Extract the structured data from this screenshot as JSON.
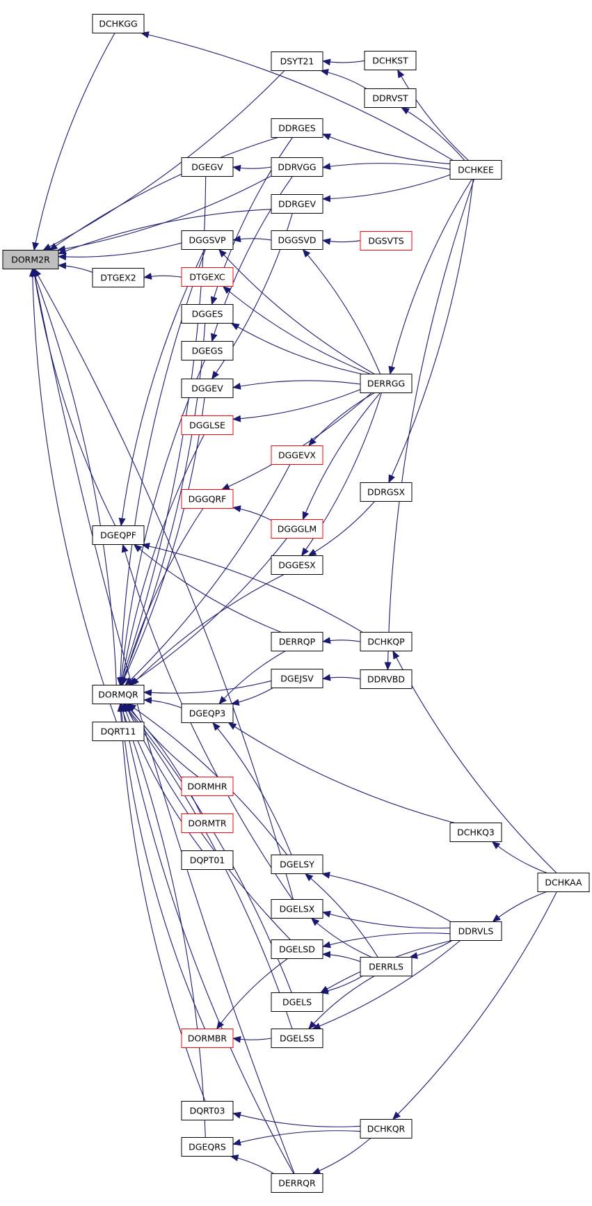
{
  "colors": {
    "edge": "#191970",
    "border_default": "#000000",
    "border_highlight": "#ff0000",
    "root_fill": "#bfbfbf",
    "node_fill": "#ffffff"
  },
  "nodes": [
    {
      "id": "DORM2R",
      "label": "DORM2R",
      "style": "root"
    },
    {
      "id": "DCHKGG",
      "label": "DCHKGG",
      "style": "default"
    },
    {
      "id": "DSYT21",
      "label": "DSYT21",
      "style": "default"
    },
    {
      "id": "DCHKST",
      "label": "DCHKST",
      "style": "default"
    },
    {
      "id": "DDRVST",
      "label": "DDRVST",
      "style": "default"
    },
    {
      "id": "DDRGES",
      "label": "DDRGES",
      "style": "default"
    },
    {
      "id": "DGEGV",
      "label": "DGEGV",
      "style": "default"
    },
    {
      "id": "DDRVGG",
      "label": "DDRVGG",
      "style": "default"
    },
    {
      "id": "DCHKEE",
      "label": "DCHKEE",
      "style": "default"
    },
    {
      "id": "DDRGEV",
      "label": "DDRGEV",
      "style": "default"
    },
    {
      "id": "DGGSVP",
      "label": "DGGSVP",
      "style": "default"
    },
    {
      "id": "DGGSVD",
      "label": "DGGSVD",
      "style": "default"
    },
    {
      "id": "DGSVTS",
      "label": "DGSVTS",
      "style": "highlight"
    },
    {
      "id": "DTGEX2",
      "label": "DTGEX2",
      "style": "default"
    },
    {
      "id": "DTGEXC",
      "label": "DTGEXC",
      "style": "highlight"
    },
    {
      "id": "DGGES",
      "label": "DGGES",
      "style": "default"
    },
    {
      "id": "DGEGS",
      "label": "DGEGS",
      "style": "default"
    },
    {
      "id": "DGGEV",
      "label": "DGGEV",
      "style": "default"
    },
    {
      "id": "DERRGG",
      "label": "DERRGG",
      "style": "default"
    },
    {
      "id": "DGGLSE",
      "label": "DGGLSE",
      "style": "highlight"
    },
    {
      "id": "DGGEVX",
      "label": "DGGEVX",
      "style": "highlight"
    },
    {
      "id": "DGGQRF",
      "label": "DGGQRF",
      "style": "highlight"
    },
    {
      "id": "DDRGSX",
      "label": "DDRGSX",
      "style": "default"
    },
    {
      "id": "DGEQPF",
      "label": "DGEQPF",
      "style": "default"
    },
    {
      "id": "DGGGLM",
      "label": "DGGGLM",
      "style": "highlight"
    },
    {
      "id": "DGGESX",
      "label": "DGGESX",
      "style": "default"
    },
    {
      "id": "DERRQP",
      "label": "DERRQP",
      "style": "default"
    },
    {
      "id": "DCHKQP",
      "label": "DCHKQP",
      "style": "default"
    },
    {
      "id": "DORMQR",
      "label": "DORMQR",
      "style": "default"
    },
    {
      "id": "DGEJSV",
      "label": "DGEJSV",
      "style": "default"
    },
    {
      "id": "DDRVBD",
      "label": "DDRVBD",
      "style": "default"
    },
    {
      "id": "DGEQP3",
      "label": "DGEQP3",
      "style": "default"
    },
    {
      "id": "DQRT11",
      "label": "DQRT11",
      "style": "default"
    },
    {
      "id": "DORMHR",
      "label": "DORMHR",
      "style": "highlight"
    },
    {
      "id": "DORMTR",
      "label": "DORMTR",
      "style": "highlight"
    },
    {
      "id": "DCHKQ3",
      "label": "DCHKQ3",
      "style": "default"
    },
    {
      "id": "DQPT01",
      "label": "DQPT01",
      "style": "default"
    },
    {
      "id": "DGELSY",
      "label": "DGELSY",
      "style": "default"
    },
    {
      "id": "DCHKAA",
      "label": "DCHKAA",
      "style": "default"
    },
    {
      "id": "DGELSX",
      "label": "DGELSX",
      "style": "default"
    },
    {
      "id": "DDRVLS",
      "label": "DDRVLS",
      "style": "default"
    },
    {
      "id": "DGELSD",
      "label": "DGELSD",
      "style": "default"
    },
    {
      "id": "DERRLS",
      "label": "DERRLS",
      "style": "default"
    },
    {
      "id": "DGELS",
      "label": "DGELS",
      "style": "default"
    },
    {
      "id": "DORMBR",
      "label": "DORMBR",
      "style": "highlight"
    },
    {
      "id": "DGELSS",
      "label": "DGELSS",
      "style": "default"
    },
    {
      "id": "DQRT03",
      "label": "DQRT03",
      "style": "default"
    },
    {
      "id": "DCHKQR",
      "label": "DCHKQR",
      "style": "default"
    },
    {
      "id": "DGEQRS",
      "label": "DGEQRS",
      "style": "default"
    },
    {
      "id": "DERRQR",
      "label": "DERRQR",
      "style": "default"
    }
  ],
  "edges": [
    {
      "from": "DCHKGG",
      "to": "DORM2R"
    },
    {
      "from": "DSYT21",
      "to": "DORM2R"
    },
    {
      "from": "DDRGES",
      "to": "DORM2R"
    },
    {
      "from": "DDRVGG",
      "to": "DORM2R"
    },
    {
      "from": "DDRGEV",
      "to": "DORM2R"
    },
    {
      "from": "DGGSVP",
      "to": "DORM2R"
    },
    {
      "from": "DTGEX2",
      "to": "DORM2R"
    },
    {
      "from": "DGEQPF",
      "to": "DORM2R"
    },
    {
      "from": "DORMQR",
      "to": "DORM2R"
    },
    {
      "from": "DQRT11",
      "to": "DORM2R"
    },
    {
      "from": "DGELSX",
      "to": "DORM2R"
    },
    {
      "from": "DERRQR",
      "to": "DORM2R"
    },
    {
      "from": "DCHKEE",
      "to": "DCHKGG"
    },
    {
      "from": "DCHKST",
      "to": "DSYT21"
    },
    {
      "from": "DDRVST",
      "to": "DSYT21"
    },
    {
      "from": "DCHKEE",
      "to": "DCHKST"
    },
    {
      "from": "DCHKEE",
      "to": "DDRVST"
    },
    {
      "from": "DCHKEE",
      "to": "DDRGES"
    },
    {
      "from": "DCHKEE",
      "to": "DDRVGG"
    },
    {
      "from": "DCHKEE",
      "to": "DDRGEV"
    },
    {
      "from": "DCHKEE",
      "to": "DERRGG"
    },
    {
      "from": "DCHKEE",
      "to": "DDRGSX"
    },
    {
      "from": "DCHKEE",
      "to": "DDRVBD"
    },
    {
      "from": "DDRVGG",
      "to": "DGEGV"
    },
    {
      "from": "DGGSVD",
      "to": "DGGSVP"
    },
    {
      "from": "DGSVTS",
      "to": "DGGSVD"
    },
    {
      "from": "DERRGG",
      "to": "DGGSVD"
    },
    {
      "from": "DERRGG",
      "to": "DGGSVP"
    },
    {
      "from": "DTGEXC",
      "to": "DTGEX2"
    },
    {
      "from": "DERRGG",
      "to": "DTGEXC"
    },
    {
      "from": "DDRGES",
      "to": "DGGES"
    },
    {
      "from": "DERRGG",
      "to": "DGGES"
    },
    {
      "from": "DDRVGG",
      "to": "DGEGS"
    },
    {
      "from": "DDRGEV",
      "to": "DGGEV"
    },
    {
      "from": "DERRGG",
      "to": "DGGEV"
    },
    {
      "from": "DERRGG",
      "to": "DGGLSE"
    },
    {
      "from": "DERRGG",
      "to": "DGGEVX"
    },
    {
      "from": "DERRGG",
      "to": "DGGQRF"
    },
    {
      "from": "DERRGG",
      "to": "DGGGLM"
    },
    {
      "from": "DERRGG",
      "to": "DGGESX"
    },
    {
      "from": "DGGGLM",
      "to": "DGGQRF"
    },
    {
      "from": "DDRGSX",
      "to": "DGGESX"
    },
    {
      "from": "DGGSVP",
      "to": "DGEQPF"
    },
    {
      "from": "DERRQP",
      "to": "DGEQPF"
    },
    {
      "from": "DCHKQP",
      "to": "DGEQPF"
    },
    {
      "from": "DGELSX",
      "to": "DGEQPF"
    },
    {
      "from": "DCHKQP",
      "to": "DERRQP"
    },
    {
      "from": "DCHKAA",
      "to": "DCHKQP"
    },
    {
      "from": "DDRVBD",
      "to": "DGEJSV"
    },
    {
      "from": "DGEJSV",
      "to": "DGEQP3"
    },
    {
      "from": "DERRQP",
      "to": "DGEQP3"
    },
    {
      "from": "DCHKQ3",
      "to": "DGEQP3"
    },
    {
      "from": "DGELSY",
      "to": "DGEQP3"
    },
    {
      "from": "DCHKAA",
      "to": "DCHKQ3"
    },
    {
      "from": "DCHKAA",
      "to": "DDRVLS"
    },
    {
      "from": "DCHKAA",
      "to": "DCHKQR"
    },
    {
      "from": "DDRVLS",
      "to": "DGELSY"
    },
    {
      "from": "DDRVLS",
      "to": "DGELSX"
    },
    {
      "from": "DDRVLS",
      "to": "DGELSD"
    },
    {
      "from": "DDRVLS",
      "to": "DERRLS"
    },
    {
      "from": "DDRVLS",
      "to": "DGELS"
    },
    {
      "from": "DDRVLS",
      "to": "DGELSS"
    },
    {
      "from": "DERRLS",
      "to": "DGELSY"
    },
    {
      "from": "DERRLS",
      "to": "DGELSX"
    },
    {
      "from": "DERRLS",
      "to": "DGELSD"
    },
    {
      "from": "DERRLS",
      "to": "DGELS"
    },
    {
      "from": "DERRLS",
      "to": "DGELSS"
    },
    {
      "from": "DGELSS",
      "to": "DORMBR"
    },
    {
      "from": "DGELSD",
      "to": "DORMBR"
    },
    {
      "from": "DCHKQR",
      "to": "DQRT03"
    },
    {
      "from": "DCHKQR",
      "to": "DGEQRS"
    },
    {
      "from": "DCHKQR",
      "to": "DERRQR"
    },
    {
      "from": "DERRQR",
      "to": "DGEQRS"
    },
    {
      "from": "DGEGV",
      "to": "DORMQR"
    },
    {
      "from": "DGGSVP",
      "to": "DORMQR"
    },
    {
      "from": "DGGES",
      "to": "DORMQR"
    },
    {
      "from": "DGEGS",
      "to": "DORMQR"
    },
    {
      "from": "DGGEV",
      "to": "DORMQR"
    },
    {
      "from": "DGGLSE",
      "to": "DORMQR"
    },
    {
      "from": "DGGEVX",
      "to": "DORMQR"
    },
    {
      "from": "DGGQRF",
      "to": "DORMQR"
    },
    {
      "from": "DGGGLM",
      "to": "DORMQR"
    },
    {
      "from": "DGGESX",
      "to": "DORMQR"
    },
    {
      "from": "DGEJSV",
      "to": "DORMQR"
    },
    {
      "from": "DGEQP3",
      "to": "DORMQR"
    },
    {
      "from": "DORMHR",
      "to": "DORMQR"
    },
    {
      "from": "DORMTR",
      "to": "DORMQR"
    },
    {
      "from": "DQPT01",
      "to": "DORMQR"
    },
    {
      "from": "DGELSY",
      "to": "DORMQR"
    },
    {
      "from": "DGELSD",
      "to": "DORMQR"
    },
    {
      "from": "DGELS",
      "to": "DORMQR"
    },
    {
      "from": "DORMBR",
      "to": "DORMQR"
    },
    {
      "from": "DGELSS",
      "to": "DORMQR"
    },
    {
      "from": "DQRT03",
      "to": "DORMQR"
    },
    {
      "from": "DGEQRS",
      "to": "DORMQR"
    },
    {
      "from": "DERRQR",
      "to": "DORMQR"
    }
  ]
}
